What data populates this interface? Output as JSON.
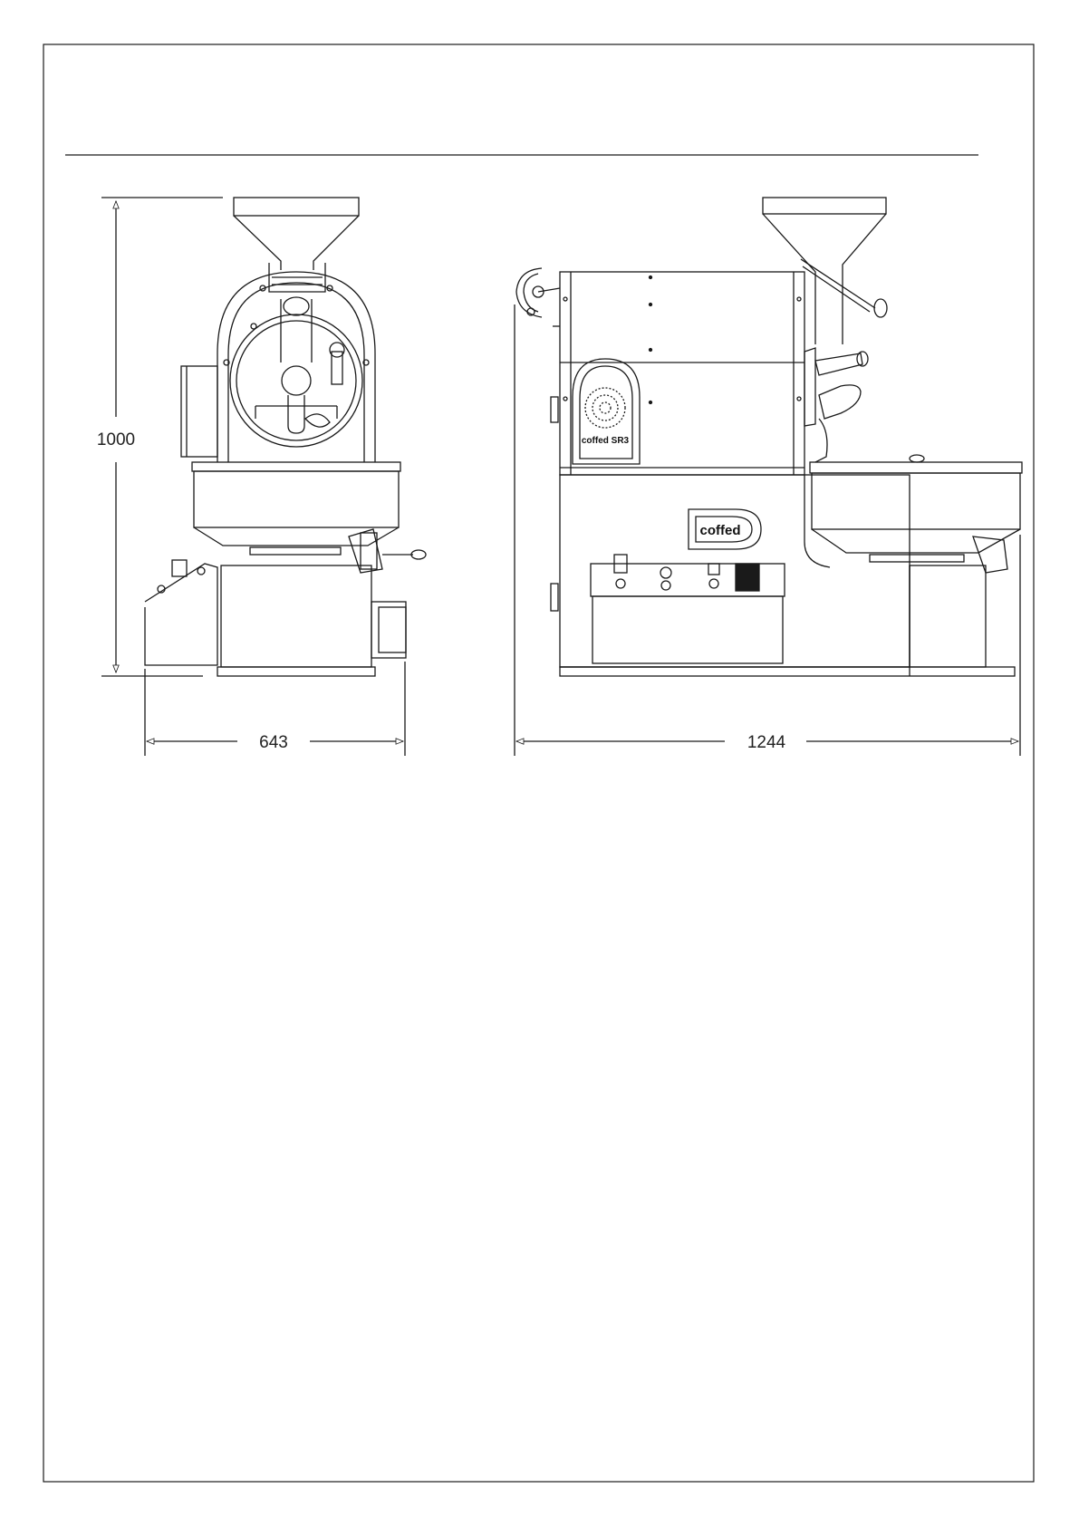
{
  "drawing": {
    "dimensions": {
      "height": "1000",
      "front_width": "643",
      "side_width": "1244"
    },
    "logos": {
      "drum_badge": "coffed SR3",
      "panel_badge": "coffed"
    },
    "colors": {
      "line": "#1a1a1a",
      "paper": "#ffffff"
    }
  }
}
